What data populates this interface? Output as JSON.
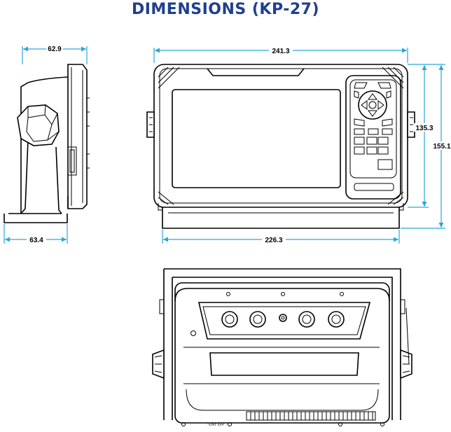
{
  "title": "DIMENSIONS (KP-27)",
  "dimensions": {
    "side_top_width": "62.9",
    "side_base_width": "63.4",
    "front_width": "241.3",
    "front_screen_height": "135.3",
    "front_total_height": "155.1",
    "bracket_width": "226.3"
  },
  "rear_label": "~UNY 6VP",
  "colors": {
    "title": "#1f3f8f",
    "dimension_lines": "#2aa7d8",
    "drawing": "#000000"
  }
}
